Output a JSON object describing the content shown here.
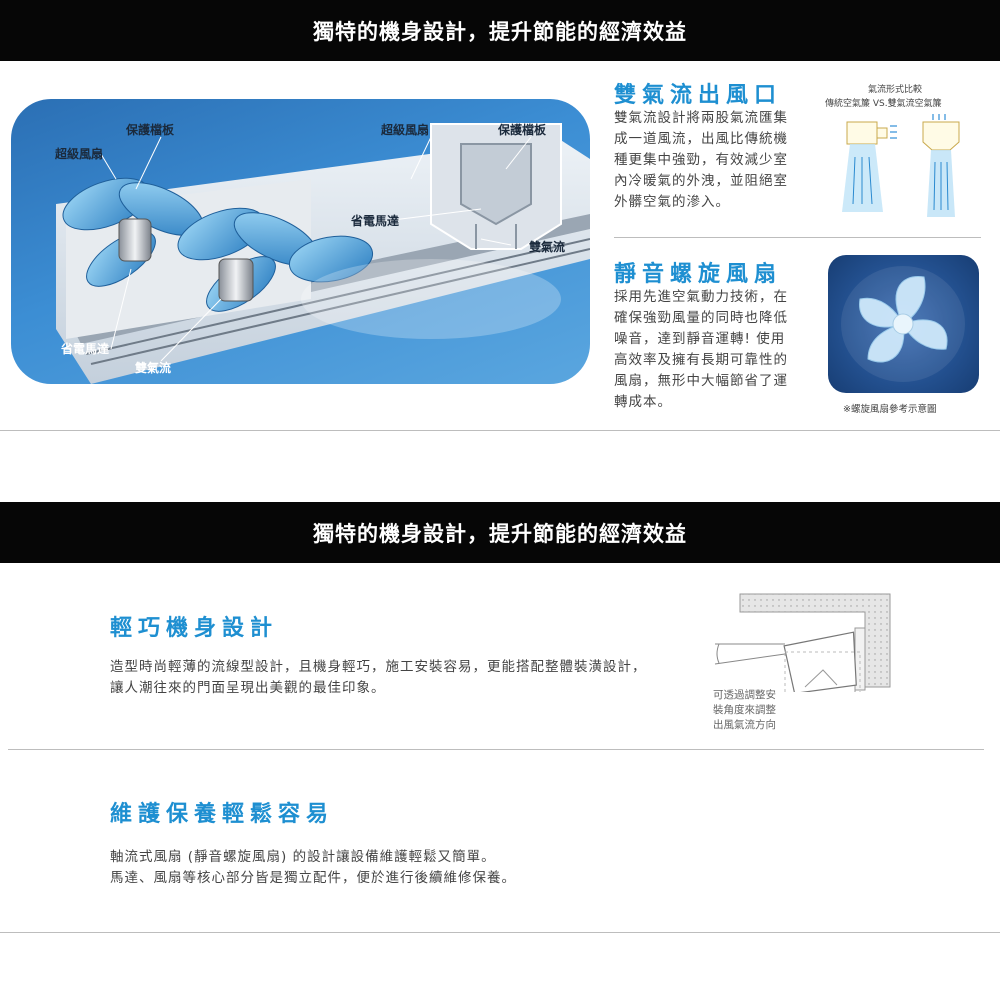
{
  "section1": {
    "banner": "獨特的機身設計，提升節能的經濟效益",
    "illustration": {
      "labels": {
        "guard_left": "保護檔板",
        "super_fan_left": "超級風扇",
        "super_fan_right": "超級風扇",
        "guard_right": "保護檔板",
        "motor_center": "省電馬達",
        "dual_flow_right": "雙氣流",
        "motor_left": "省電馬達",
        "dual_flow_bottom": "雙氣流"
      }
    },
    "dual_outlet": {
      "title": "雙氣流出風口",
      "lines": [
        "雙氣流設計將兩股氣流匯集",
        "成一道風流，出風比傳統機",
        "種更集中強勁，有效減少室",
        "內冷暖氣的外洩，並阻絕室",
        "外髒空氣的滲入。"
      ]
    },
    "comparison": {
      "caption_title": "氣流形式比較",
      "caption_sub": "傳統空氣簾 VS.雙氣流空氣簾"
    },
    "silent_fan": {
      "title": "靜音螺旋風扇",
      "lines": [
        "採用先進空氣動力技術，在",
        "確保強勁風量的同時也降低",
        "噪音，達到靜音運轉! 使用",
        "高效率及擁有長期可靠性的",
        "風扇，無形中大幅節省了運",
        "轉成本。"
      ],
      "note": "※螺旋風扇參考示意圖"
    }
  },
  "section2": {
    "banner": "獨特的機身設計，提升節能的經濟效益",
    "light_body": {
      "title": "輕巧機身設計",
      "lines": [
        "造型時尚輕薄的流線型設計，且機身輕巧，施工安裝容易，更能搭配整體裝潢設計，",
        "讓人潮往來的門面呈現出美觀的最佳印象。"
      ],
      "install_note": [
        "可透過調整安",
        "裝角度來調整",
        "出風氣流方向"
      ]
    },
    "maintenance": {
      "title": "維護保養輕鬆容易",
      "lines": [
        "軸流式風扇 (靜音螺旋風扇) 的設計讓設備維護輕鬆又簡單。",
        "馬達、風扇等核心部分皆是獨立配件，便於進行後續維修保養。"
      ]
    }
  }
}
